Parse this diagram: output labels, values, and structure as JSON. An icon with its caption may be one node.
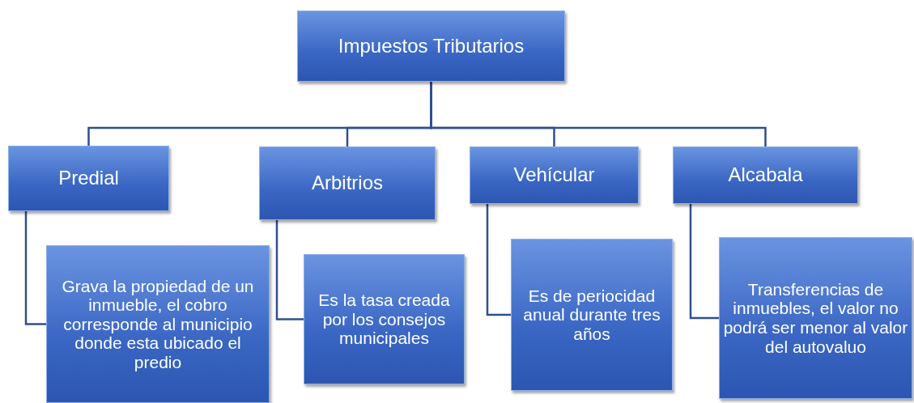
{
  "diagram": {
    "nodes": [
      {
        "text": [
          "Impuestos Tributarios"
        ]
      },
      {
        "text": [
          "Predial"
        ]
      },
      {
        "text": [
          "Arbitrios"
        ]
      },
      {
        "text": [
          "Vehícular"
        ]
      },
      {
        "text": [
          "Alcabala"
        ]
      },
      {
        "text": [
          "Grava la propiedad de un inmueble, el cobro corresponde al municipio donde esta ubicado el predio"
        ]
      },
      {
        "text": [
          "Es la tasa creada por los consejos municipales"
        ]
      },
      {
        "text": [
          "Es de periocidad anual durante tres años"
        ]
      },
      {
        "text": [
          "Transferencias de inmuebles, el valor no podrá ser menor al valor del autovaluo"
        ]
      }
    ],
    "edges": [
      {
        "from": 0,
        "to": 1,
        "arrow": "none"
      },
      {
        "from": 0,
        "to": 2,
        "arrow": "none"
      },
      {
        "from": 0,
        "to": 3,
        "arrow": "none"
      },
      {
        "from": 0,
        "to": 4,
        "arrow": "none"
      },
      {
        "from": 1,
        "to": 5,
        "arrow": "none"
      },
      {
        "from": 2,
        "to": 6,
        "arrow": "none"
      },
      {
        "from": 3,
        "to": 7,
        "arrow": "none"
      },
      {
        "from": 4,
        "to": 8,
        "arrow": "none"
      }
    ]
  }
}
